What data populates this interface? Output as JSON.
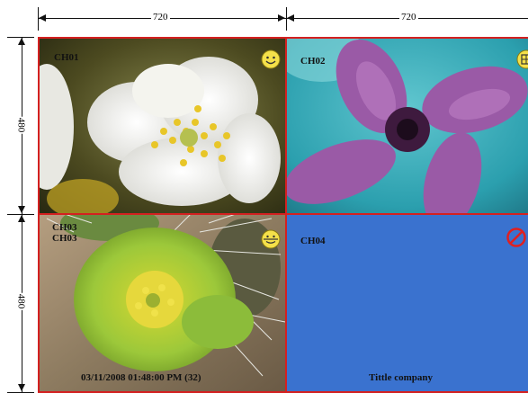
{
  "dimensions": {
    "top_left_label": "720",
    "top_right_label": "720",
    "left_top_label": "480",
    "left_bottom_label": "480"
  },
  "channels": [
    {
      "label": "CH01",
      "status_icon": "smiley-face-icon"
    },
    {
      "label": "CH02",
      "status_icon": "motion-face-icon"
    },
    {
      "label_line1": "CH03",
      "label_line2": "CH03",
      "status_icon": "recording-face-icon"
    },
    {
      "label": "CH04",
      "status_icon": "no-signal-icon"
    }
  ],
  "osd": {
    "timestamp": "03/11/2008 01:48:00 PM (32)",
    "company": "Tittle company"
  },
  "colors": {
    "grid_border": "#d42020",
    "ch04_background": "#3a72cf",
    "icon_yellow": "#f4e04a",
    "no_signal_red": "#e02020"
  }
}
